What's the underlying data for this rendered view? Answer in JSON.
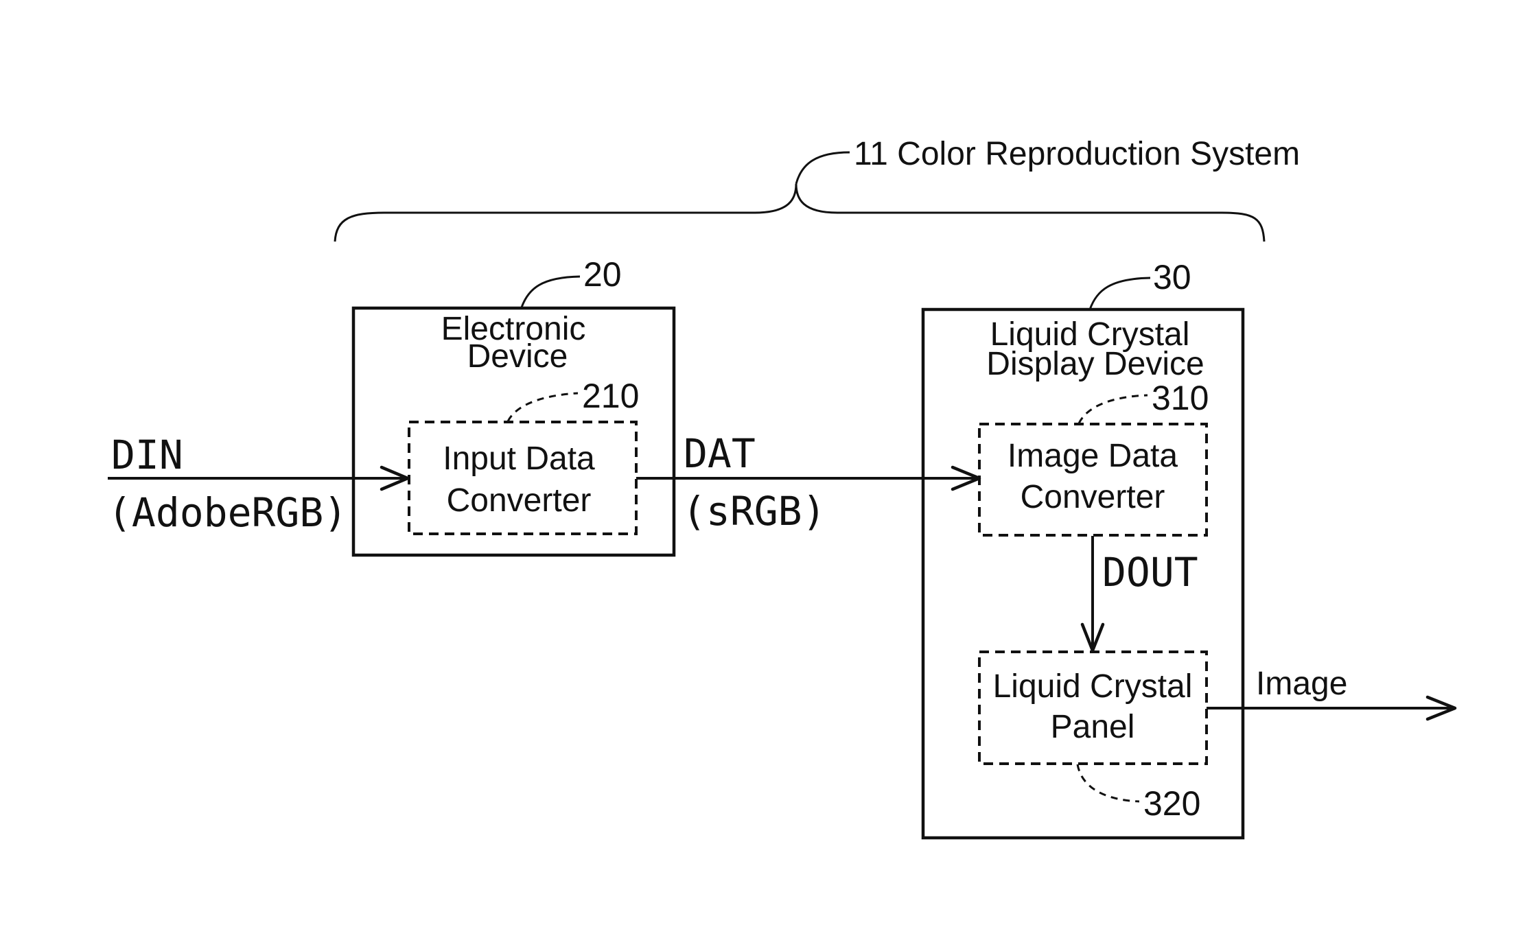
{
  "system": {
    "label": "11 Color Reproduction System"
  },
  "electronic_device": {
    "ref": "20",
    "title_line1": "Electronic",
    "title_line2": "Device",
    "converter": {
      "ref": "210",
      "line1": "Input Data",
      "line2": "Converter"
    }
  },
  "lcd_device": {
    "ref": "30",
    "title_line1": "Liquid Crystal",
    "title_line2": "Display Device",
    "converter": {
      "ref": "310",
      "line1": "Image Data",
      "line2": "Converter"
    },
    "panel": {
      "ref": "320",
      "line1": "Liquid Crystal",
      "line2": "Panel"
    }
  },
  "signals": {
    "din": "DIN",
    "din_space": "(AdobeRGB)",
    "dat": "DAT",
    "dat_space": "(sRGB)",
    "dout": "DOUT",
    "output": "Image"
  }
}
